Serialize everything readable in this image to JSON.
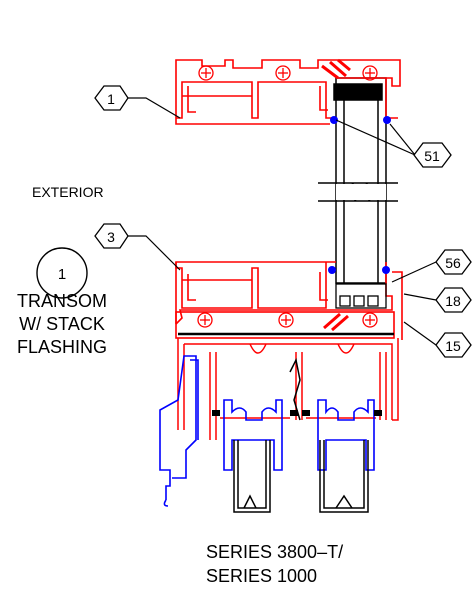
{
  "labels": {
    "exterior": "EXTERIOR",
    "detail_number": "1",
    "detail_line1": "TRANSOM",
    "detail_line2": "W/ STACK",
    "detail_line3": "FLASHING",
    "series_line1": "SERIES 3800–T/",
    "series_line2": "SERIES 1000"
  },
  "callouts": {
    "c1": "1",
    "c3": "3",
    "c51": "51",
    "c56": "56",
    "c18": "18",
    "c15": "15"
  },
  "colors": {
    "frame": "#ff0000",
    "lower_frame": "#0000ff",
    "glass": "#000000",
    "leader": "#000000"
  }
}
